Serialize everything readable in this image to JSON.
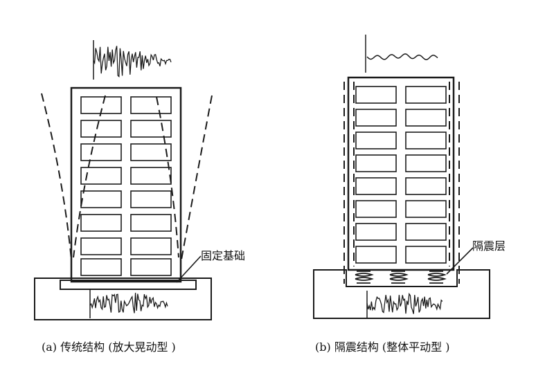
{
  "colors": {
    "line": "#1a1a1a",
    "background": "#ffffff"
  },
  "panel_a": {
    "label_foundation": "固定基础",
    "caption": "(a)  传统结构 (放大晃动型 )"
  },
  "panel_b": {
    "label_isolation_layer": "隔震层",
    "caption": "(b) 隔震结构 (整体平动型 )"
  }
}
